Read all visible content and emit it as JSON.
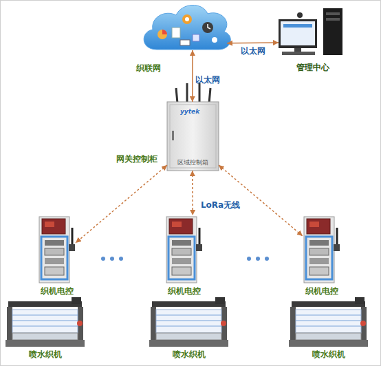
{
  "diagram": {
    "nodes": [
      {
        "text": [
          "织联网"
        ]
      },
      {
        "text": [
          "管理中心"
        ]
      },
      {
        "text": [
          "网关控制柜",
          "区域控制箱"
        ]
      },
      {
        "text": [
          "织机电控"
        ]
      },
      {
        "text": [
          "织机电控"
        ]
      },
      {
        "text": [
          "织机电控"
        ]
      },
      {
        "text": [
          "喷水织机"
        ]
      },
      {
        "text": [
          "喷水织机"
        ]
      },
      {
        "text": [
          "喷水织机"
        ]
      }
    ],
    "edges": [
      {
        "from": 0,
        "to": 1,
        "arrow": "both",
        "label": "以太网"
      },
      {
        "from": 0,
        "to": 2,
        "arrow": "both",
        "label": "以太网"
      },
      {
        "from": 2,
        "to": 3,
        "arrow": "both"
      },
      {
        "from": 2,
        "to": 4,
        "arrow": "both",
        "label": "LoRa无线"
      },
      {
        "from": 2,
        "to": 5,
        "arrow": "both"
      }
    ],
    "labels": [
      "yytek"
    ]
  }
}
